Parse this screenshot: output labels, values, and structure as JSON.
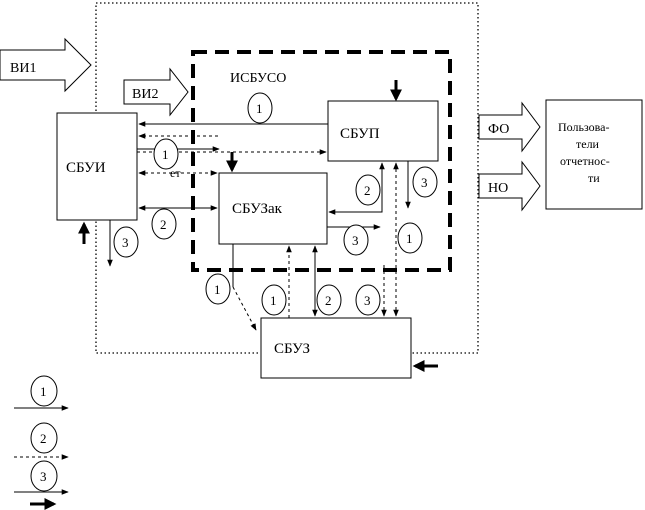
{
  "blocks": {
    "sbui": "СБУИ",
    "sbup": "СБУП",
    "sbuzak": "СБУЗак",
    "sbuz": "СБУЗ",
    "users_lines": [
      "Пользова-",
      "тели",
      "отчетнос-",
      "ти"
    ]
  },
  "inputs": {
    "vi1": "ВИ1",
    "vi2": "ВИ2"
  },
  "outputs": {
    "fo": "ФО",
    "no": "НО"
  },
  "system_label": "ИСБУСО",
  "partial_label": "ет",
  "flow_numbers": {
    "n1_top": "1",
    "n1_sbui": "1",
    "n2_sbui": "2",
    "n3_sbui": "3",
    "n2_sbup": "2",
    "n3_sbup": "3",
    "n3_sbuzak": "3",
    "n1_right": "1",
    "n1_left_low": "1",
    "n1_sbuz": "1",
    "n2_sbuz": "2",
    "n3_sbuz": "3"
  },
  "legend": {
    "l1": "1",
    "l2": "2",
    "l3": "3"
  }
}
